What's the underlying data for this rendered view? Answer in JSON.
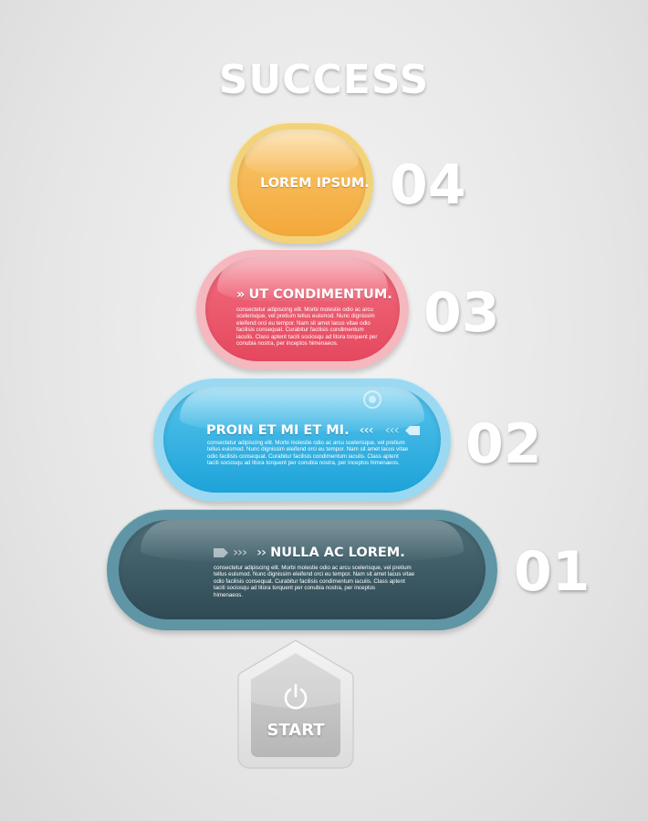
{
  "title": "SUCCESS",
  "steps": [
    {
      "number": "04",
      "heading": "LOREM IPSUM.",
      "color": "#f5b041",
      "body": ""
    },
    {
      "number": "03",
      "heading": "UT CONDIMENTUM.",
      "color": "#ec5a6e",
      "body_lines": [
        "consectetur adipiscing elit. Morbi molestie odio ac arcu",
        "scelerisque, vel pretium tellus euismod. Nunc dignissim",
        "eleifend orci eu tempor. Nam sit amet lacus vitae odio",
        "facilisis consequat. Curabitur facilisis condimentum",
        "iaculis. Class aptent taciti sociosqu ad litora torquent per",
        "conubia nostra, per inceptos himenaeos."
      ]
    },
    {
      "number": "02",
      "heading": "PROIN ET MI ET MI.",
      "color": "#35b3e4",
      "body_lines": [
        "consectetur adipiscing elit. Morbi molestie odio ac arcu scelerisque, vel pretium",
        "tellus euismod. Nunc dignissim eleifend orci eu tempor. Nam sit amet lacus vitae",
        "odio facilisis consequat. Curabitur facilisis condimentum iaculis. Class aptent",
        "taciti sociosqu ad litora torquent per conubia nostra, per inceptos himenaeos."
      ]
    },
    {
      "number": "01",
      "heading": "NULLA AC LOREM.",
      "color": "#3e5b66",
      "body_lines": [
        "consectetur adipiscing elit. Morbi molestie odio ac arcu scelerisque, vel pretium",
        "tellus euismod. Nunc dignissim eleifend orci eu tempor. Nam sit amet lacus vitae",
        "odio facilisis consequat. Curabitur facilisis condimentum iaculis. Class aptent",
        "taciti sociosqu ad litora torquent per conubia nostra, per inceptos",
        "himenaeos."
      ]
    }
  ],
  "start": {
    "label": "START",
    "icon": "power-icon"
  }
}
